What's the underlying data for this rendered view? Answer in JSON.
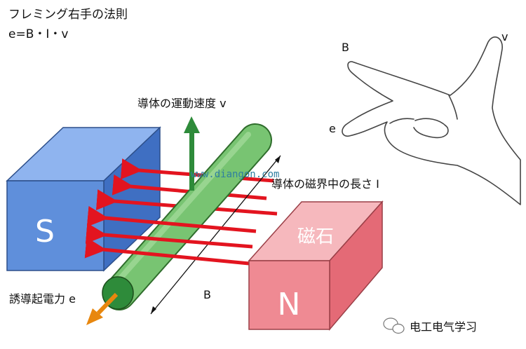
{
  "title": "フレミング右手の法則",
  "formula": "e=B・I・v",
  "labels": {
    "velocity": "導体の運動速度 v",
    "length": "導体の磁界中の長さ I",
    "emf": "誘導起電力 e",
    "field": "B",
    "magnet": "磁石",
    "pole_s": "S",
    "pole_n": "N"
  },
  "hand": {
    "b": "B",
    "v": "v",
    "e": "e"
  },
  "watermark": "www.diangon.com",
  "footer": "电工电气学习",
  "colors": {
    "s_magnet": "#5f8fdb",
    "n_magnet": "#ef8a93",
    "field_arrow": "#e3141f",
    "conductor": "#78c472",
    "velocity_arrow": "#2e8b3a",
    "emf_arrow": "#e8870e"
  }
}
